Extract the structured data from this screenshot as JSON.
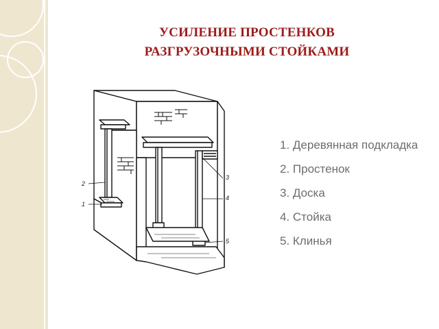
{
  "title": {
    "line1": "УСИЛЕНИЕ ПРОСТЕНКОВ",
    "line2": "РАЗГРУЗОЧНЫМИ СТОЙКАМИ"
  },
  "legend": [
    {
      "text": "1. Деревянная подкладка"
    },
    {
      "text": "2. Простенок"
    },
    {
      "text": "3. Доска"
    },
    {
      "text": "4. Стойка"
    },
    {
      "text": "5. Клинья"
    }
  ],
  "diagram": {
    "callouts": [
      "1",
      "2",
      "3",
      "4",
      "5"
    ]
  },
  "colors": {
    "title": "#9c1b1b",
    "legend_text": "#6d6d6d",
    "side_band": "#efe6cf"
  }
}
